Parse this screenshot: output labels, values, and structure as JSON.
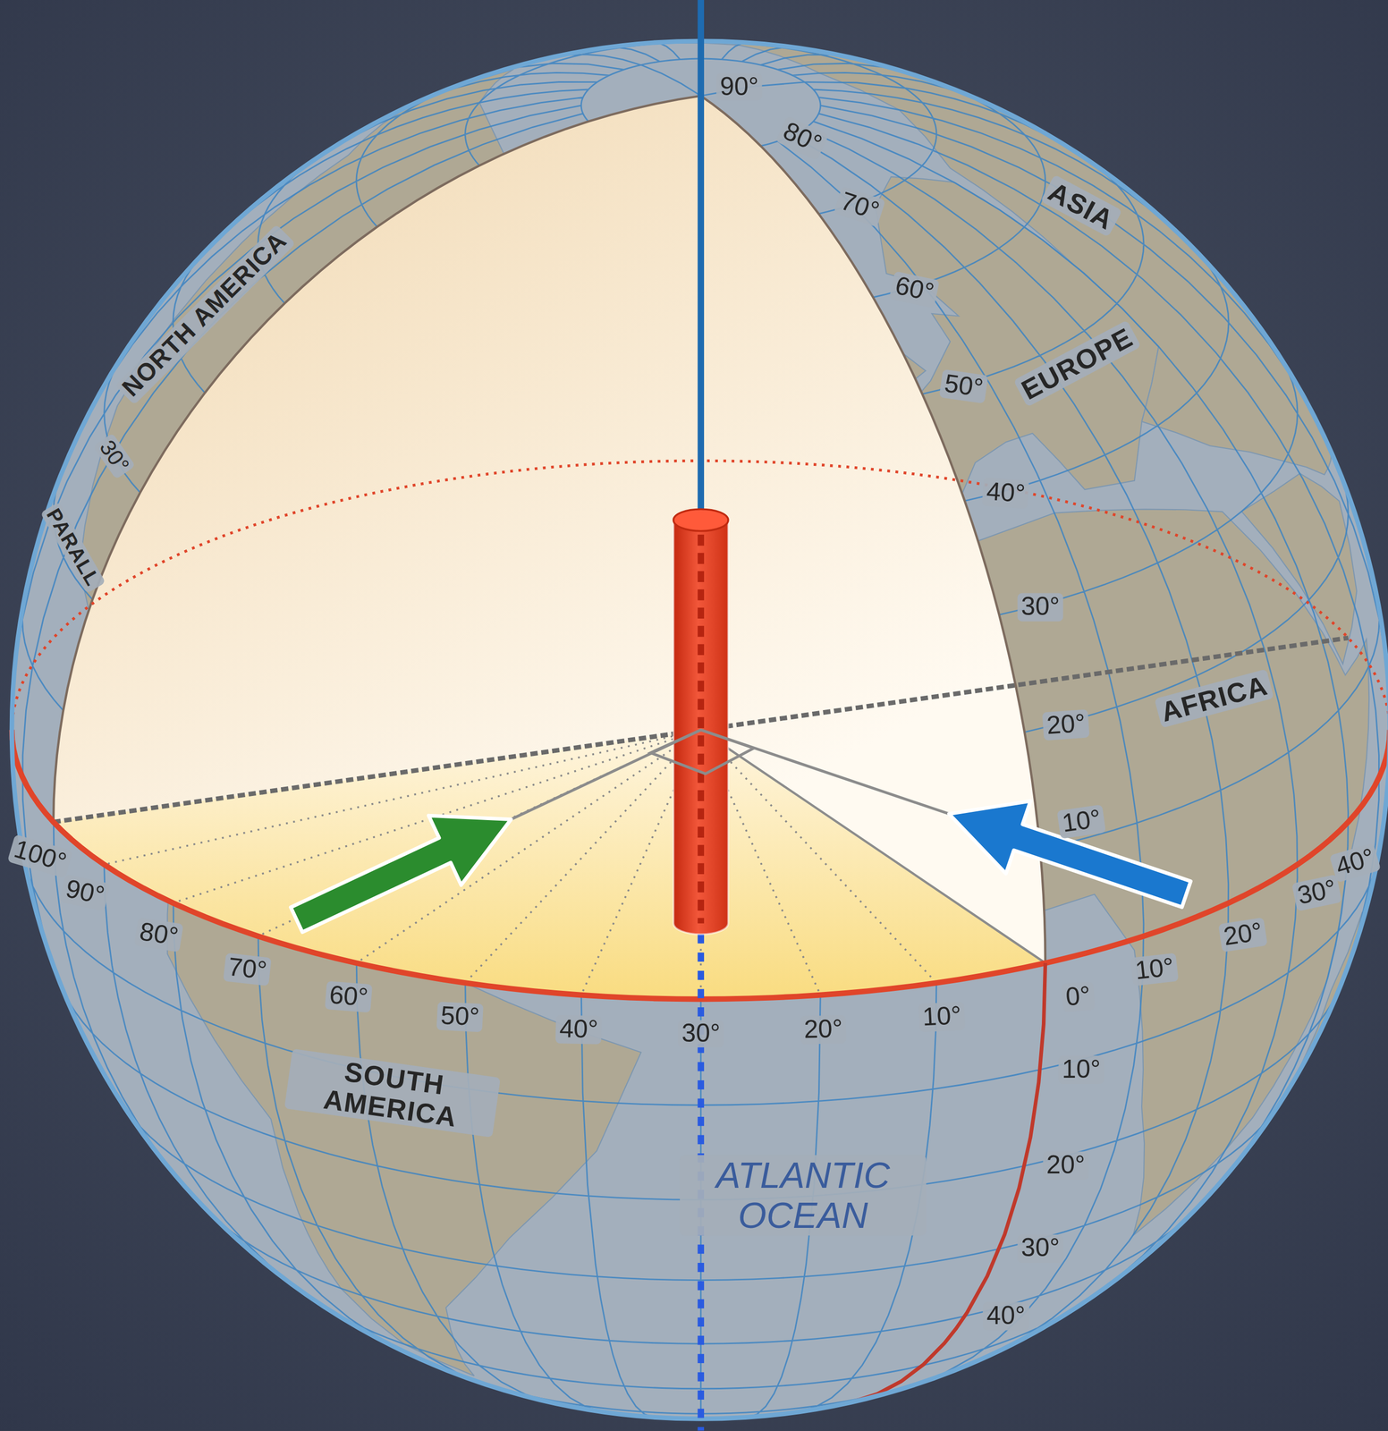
{
  "diagram": {
    "labels": [
      "90°",
      "80°",
      "70°",
      "60°",
      "50°",
      "40°",
      "30°",
      "20°",
      "10°",
      "ASIA",
      "EUROPE",
      "NORTH AMERICA",
      "PARALL",
      "30°",
      "AFRICA",
      "100°",
      "90°",
      "80°",
      "70°",
      "60°",
      "50°",
      "40°",
      "30°",
      "20°",
      "10°",
      "0°",
      "10°",
      "20°",
      "30°",
      "40°",
      "10°",
      "20°",
      "30°",
      "40°",
      "SOUTH AMERICA",
      "ATLANTIC OCEAN"
    ]
  }
}
